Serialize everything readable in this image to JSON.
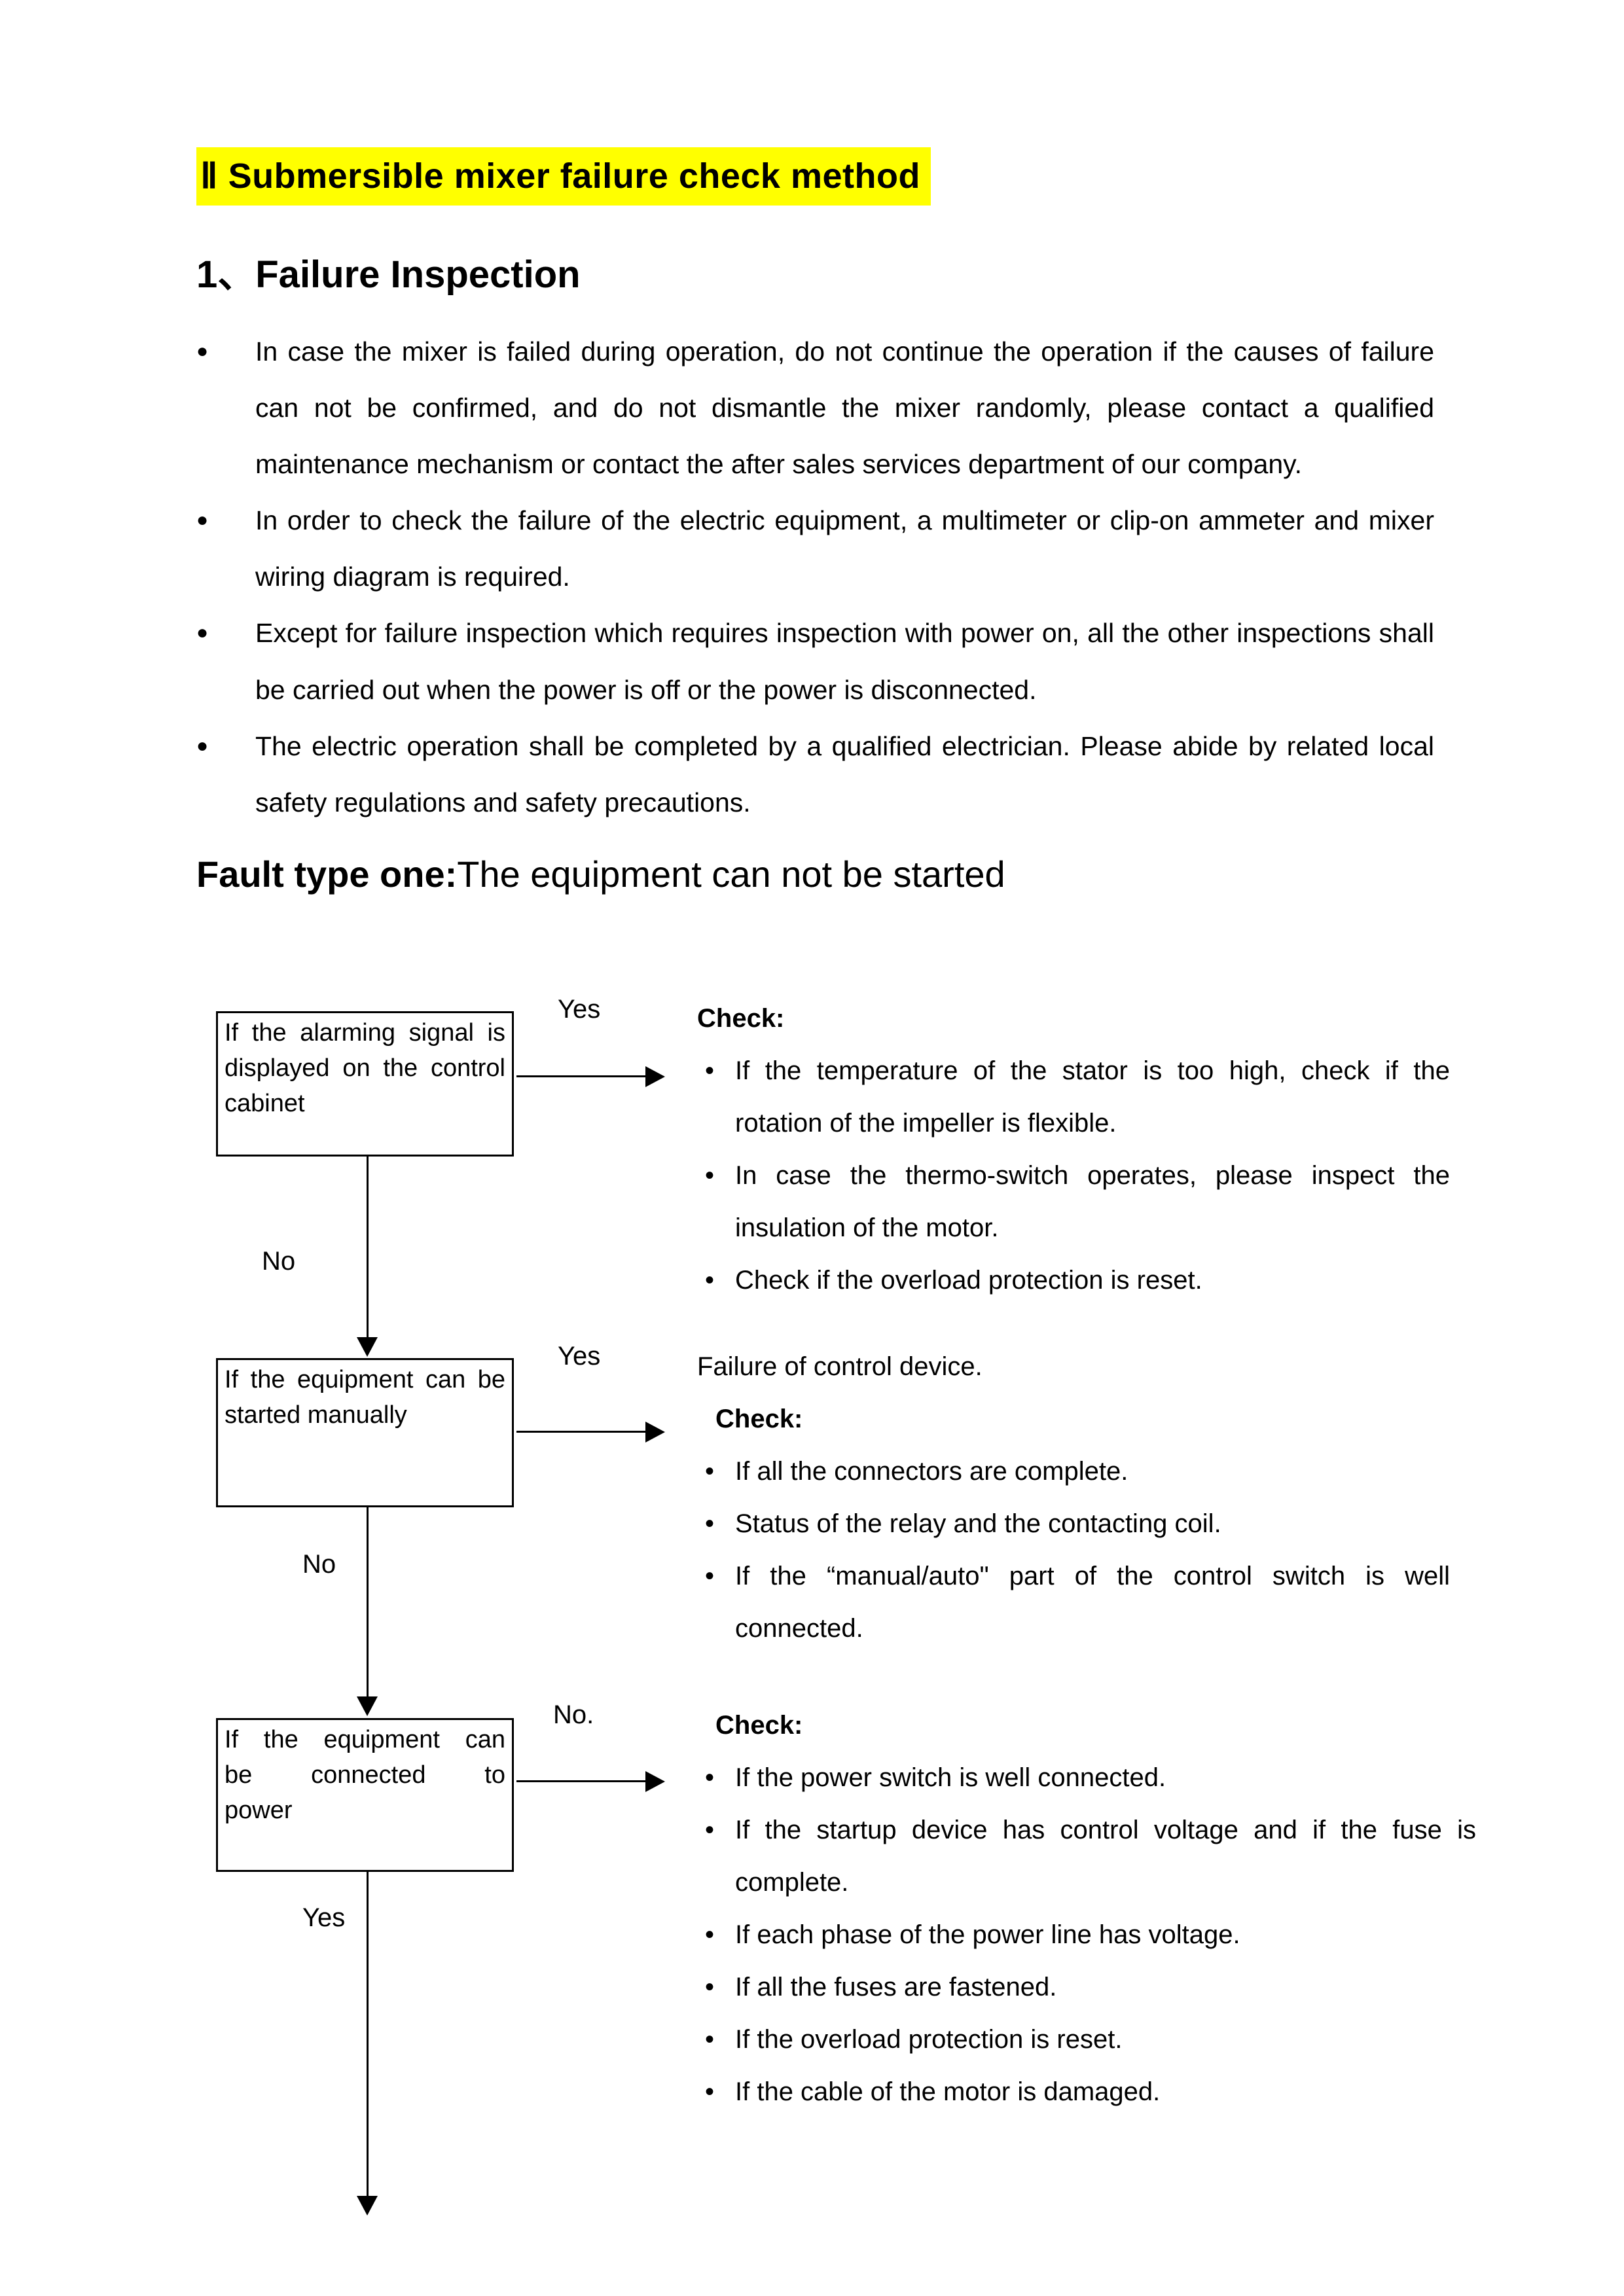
{
  "glyphs": {
    "bullet": "●",
    "check": "•"
  },
  "colors": {
    "highlight": "#ffff00",
    "text": "#000000"
  },
  "title": "Ⅱ Submersible mixer failure check method",
  "section1": {
    "heading": "1、Failure Inspection",
    "bullets": [
      "In case the mixer is failed during operation, do not continue the operation if the causes of failure can not be confirmed, and do not dismantle the mixer randomly, please contact a qualified maintenance mechanism or contact the after sales services department of our company.",
      "In order to check the failure of the electric equipment, a multimeter or clip-on ammeter and mixer wiring diagram is required.",
      "Except for failure inspection which requires inspection with power on, all the other inspections shall be carried out when the power is off or the power is disconnected.",
      "The electric operation shall be completed by a qualified electrician. Please abide by related local safety regulations and safety precautions."
    ]
  },
  "fault_heading": {
    "bold": "Fault type one:",
    "rest": "The equipment can not be started"
  },
  "flowchart": {
    "steps": [
      {
        "box": "If the alarming signal is displayed on the control cabinet",
        "branch_label": "Yes",
        "down_label": "No",
        "check_heading": "Check:",
        "checks": [
          "If the temperature of the stator is too high, check if the rotation of the impeller is flexible.",
          "In case the thermo-switch operates, please inspect the insulation of the motor.",
          "Check if the overload protection is reset."
        ]
      },
      {
        "box": "If the equipment can be started manually",
        "branch_label": "Yes",
        "down_label": "No",
        "pre_line": "Failure of control device.",
        "check_heading": "Check:",
        "checks": [
          "If all the connectors are complete.",
          "Status of the relay and the contacting coil.",
          "If the “manual/auto\" part of the control switch is well connected."
        ]
      },
      {
        "box": "If the equipment can\nbe connected to\npower",
        "branch_label": "No.",
        "down_label": "Yes",
        "check_heading": "Check:",
        "checks": [
          "If the power switch is well connected.",
          "If the startup device has control voltage and if the fuse is complete.",
          "If each phase of the power line has voltage.",
          "If all the fuses are fastened.",
          "If the overload protection is reset.",
          "If the cable of the motor is damaged."
        ]
      }
    ]
  }
}
